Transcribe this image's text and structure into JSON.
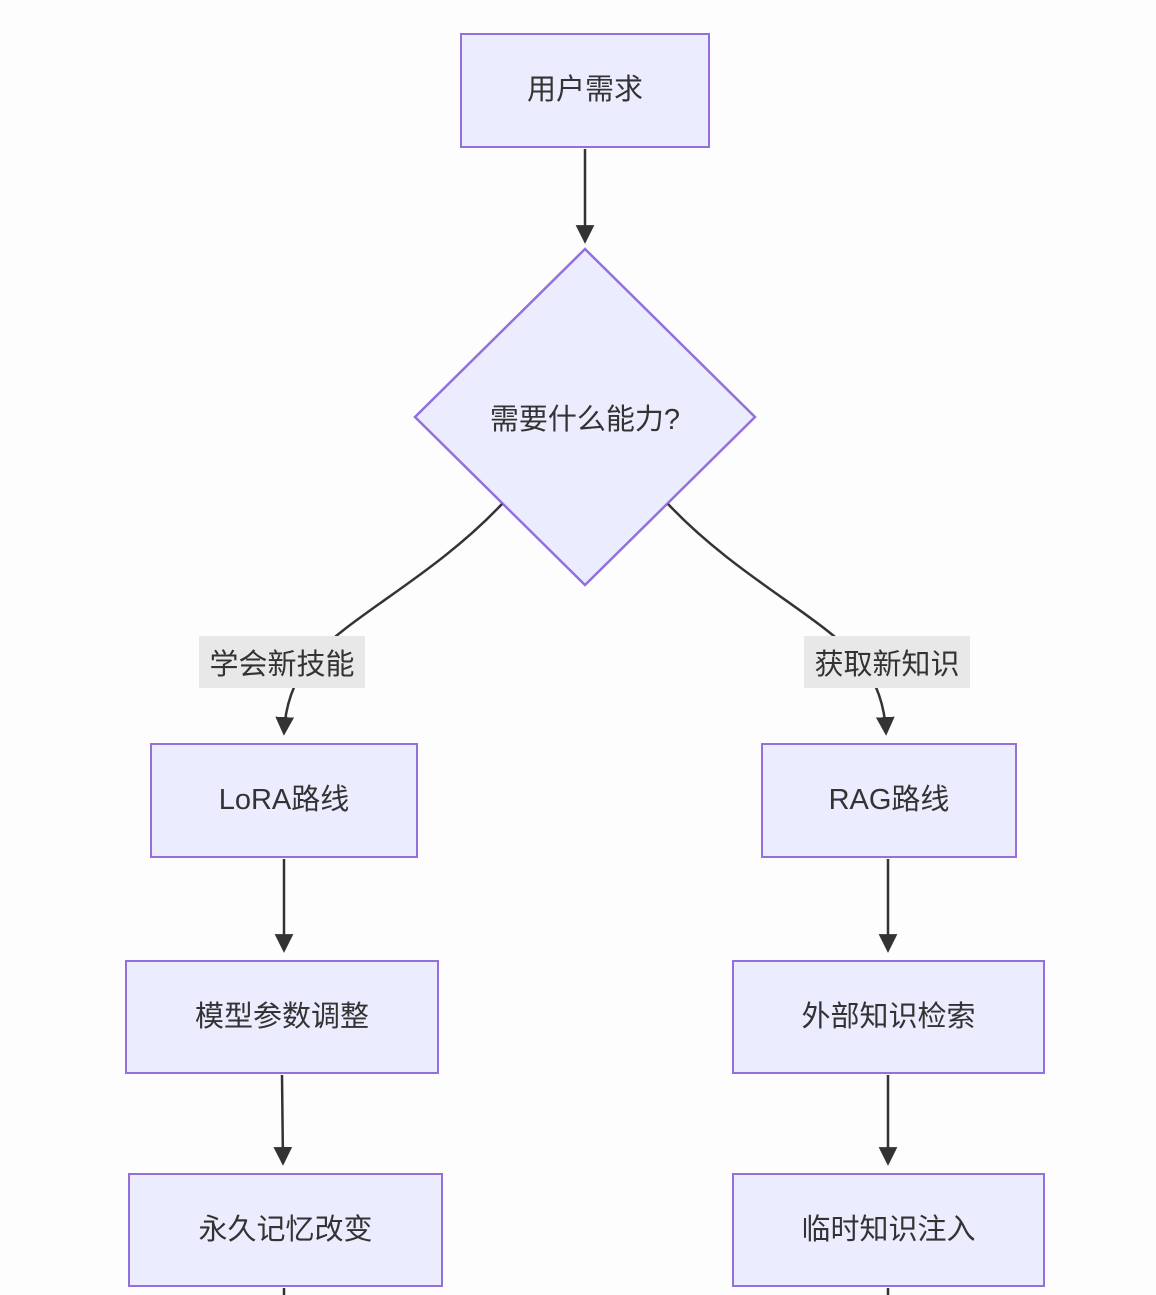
{
  "diagram": {
    "type": "flowchart",
    "colors": {
      "bg": "#fdfdfd",
      "node_fill": "#ECECFF",
      "node_border": "#9370DB",
      "edge_color": "#333333",
      "text_color": "#333333",
      "edge_label_bg": "#e8e8e8"
    },
    "nodes": {
      "user_need": "用户需求",
      "capability_question": "需要什么能力?",
      "lora_route": "LoRA路线",
      "rag_route": "RAG路线",
      "model_param_tuning": "模型参数调整",
      "external_knowledge_retrieval": "外部知识检索",
      "permanent_memory_change": "永久记忆改变",
      "temporary_knowledge_injection": "临时知识注入"
    },
    "edge_labels": {
      "learn_new_skill": "学会新技能",
      "acquire_new_knowledge": "获取新知识"
    },
    "edges": [
      {
        "from": "user_need",
        "to": "capability_question",
        "label": ""
      },
      {
        "from": "capability_question",
        "to": "lora_route",
        "label": "学会新技能"
      },
      {
        "from": "capability_question",
        "to": "rag_route",
        "label": "获取新知识"
      },
      {
        "from": "lora_route",
        "to": "model_param_tuning",
        "label": ""
      },
      {
        "from": "rag_route",
        "to": "external_knowledge_retrieval",
        "label": ""
      },
      {
        "from": "model_param_tuning",
        "to": "permanent_memory_change",
        "label": ""
      },
      {
        "from": "external_knowledge_retrieval",
        "to": "temporary_knowledge_injection",
        "label": ""
      }
    ]
  }
}
